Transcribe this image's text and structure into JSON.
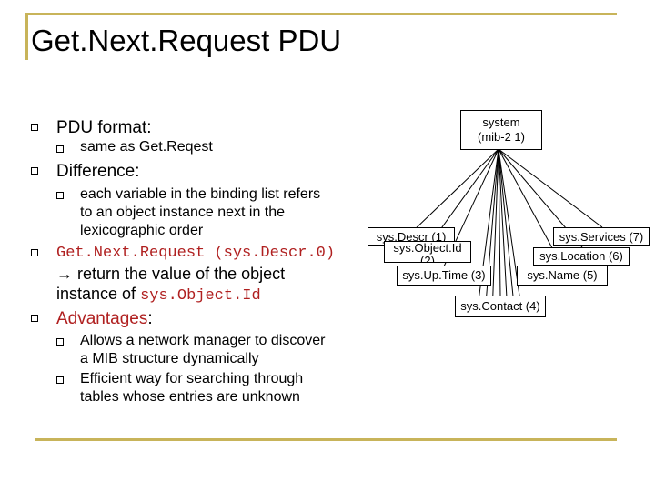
{
  "title": "Get.Next.Request PDU",
  "bullets": {
    "pdu_format": "PDU format:",
    "pdu_format_sub": "same as Get.Reqest",
    "difference": "Difference:",
    "difference_sub_l1": "each variable in the binding list refers",
    "difference_sub_l2": "to an object instance next in the",
    "difference_sub_l3": "lexicographic order",
    "getnext_code": "Get.Next.Request (sys.Descr.0)",
    "getnext_arrow": "→",
    "getnext_text": " return the value of the object",
    "getnext_instance_prefix": "instance of ",
    "getnext_instance_code": "sys.Object.Id",
    "advantages": "Advantages",
    "advantages_colon": ":",
    "adv1_l1": "Allows a network manager to discover",
    "adv1_l2": "a MIB structure dynamically",
    "adv2_l1": "Efficient way for searching through",
    "adv2_l2": "tables whose entries are unknown"
  },
  "tree": {
    "root_l1": "system",
    "root_l2": "(mib-2 1)",
    "children": {
      "sysDescr": "sys.Descr (1)",
      "sysObjectId_l1": "sys.Object.Id",
      "sysObjectId_l2": "(2)",
      "sysUpTime": "sys.Up.Time (3)",
      "sysContact": "sys.Contact (4)",
      "sysName": "sys.Name (5)",
      "sysLocation": "sys.Location (6)",
      "sysServices": "sys.Services (7)"
    }
  },
  "colors": {
    "accent_rule": "#c8b45a",
    "highlight_text": "#b02020"
  }
}
